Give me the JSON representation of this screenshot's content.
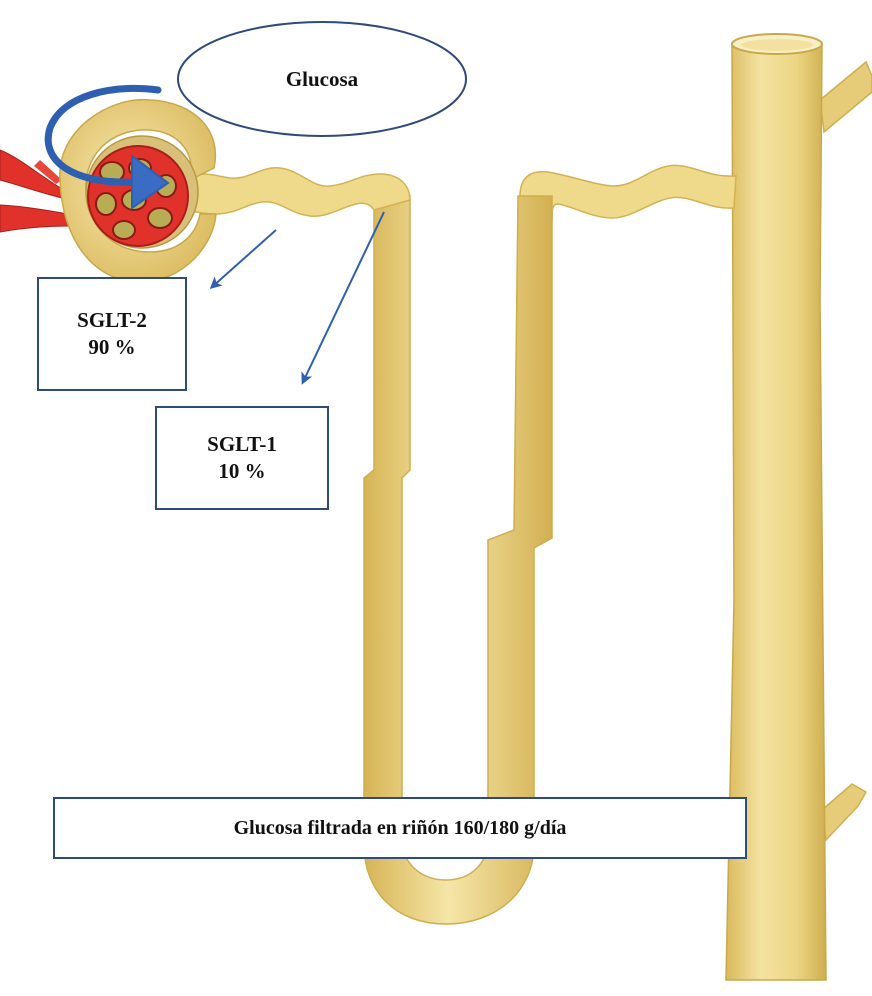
{
  "glucose_label": "Glucosa",
  "sglt2": {
    "name": "SGLT-2",
    "percent": "90 %"
  },
  "sglt1": {
    "name": "SGLT-1",
    "percent": "10 %"
  },
  "footer_text": "Glucosa filtrada en riñón 160/180 g/día",
  "colors": {
    "tubule": "#efd98a",
    "tubule_dark": "#d8b85a",
    "tubule_light": "#f8eab4",
    "vessel": "#e0322a",
    "vessel_dark": "#a81e1a",
    "arrow_blue": "#2e5fb0",
    "box_border": "#2f4a7c"
  }
}
